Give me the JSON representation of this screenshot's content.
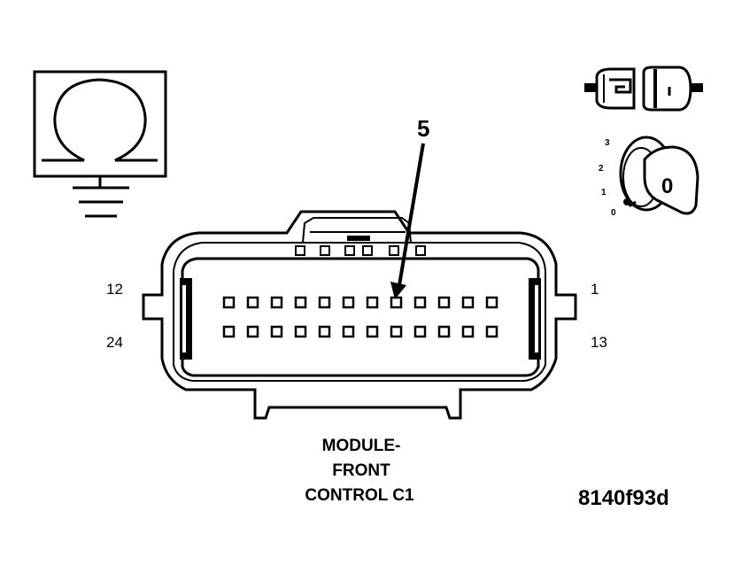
{
  "connector": {
    "pin_labels": {
      "top_left": "12",
      "bottom_left": "24",
      "top_right": "1",
      "bottom_right": "13"
    },
    "callout": "5",
    "caption_lines": [
      "MODULE-",
      "FRONT",
      "CONTROL C1"
    ]
  },
  "ignition_key": {
    "positions": [
      "3",
      "2",
      "1",
      "0"
    ],
    "key_face": "0"
  },
  "figure_id": "8140f93d",
  "icons": [
    "ohmmeter-ground-icon",
    "disconnected-connector-icon",
    "ignition-key-icon"
  ]
}
